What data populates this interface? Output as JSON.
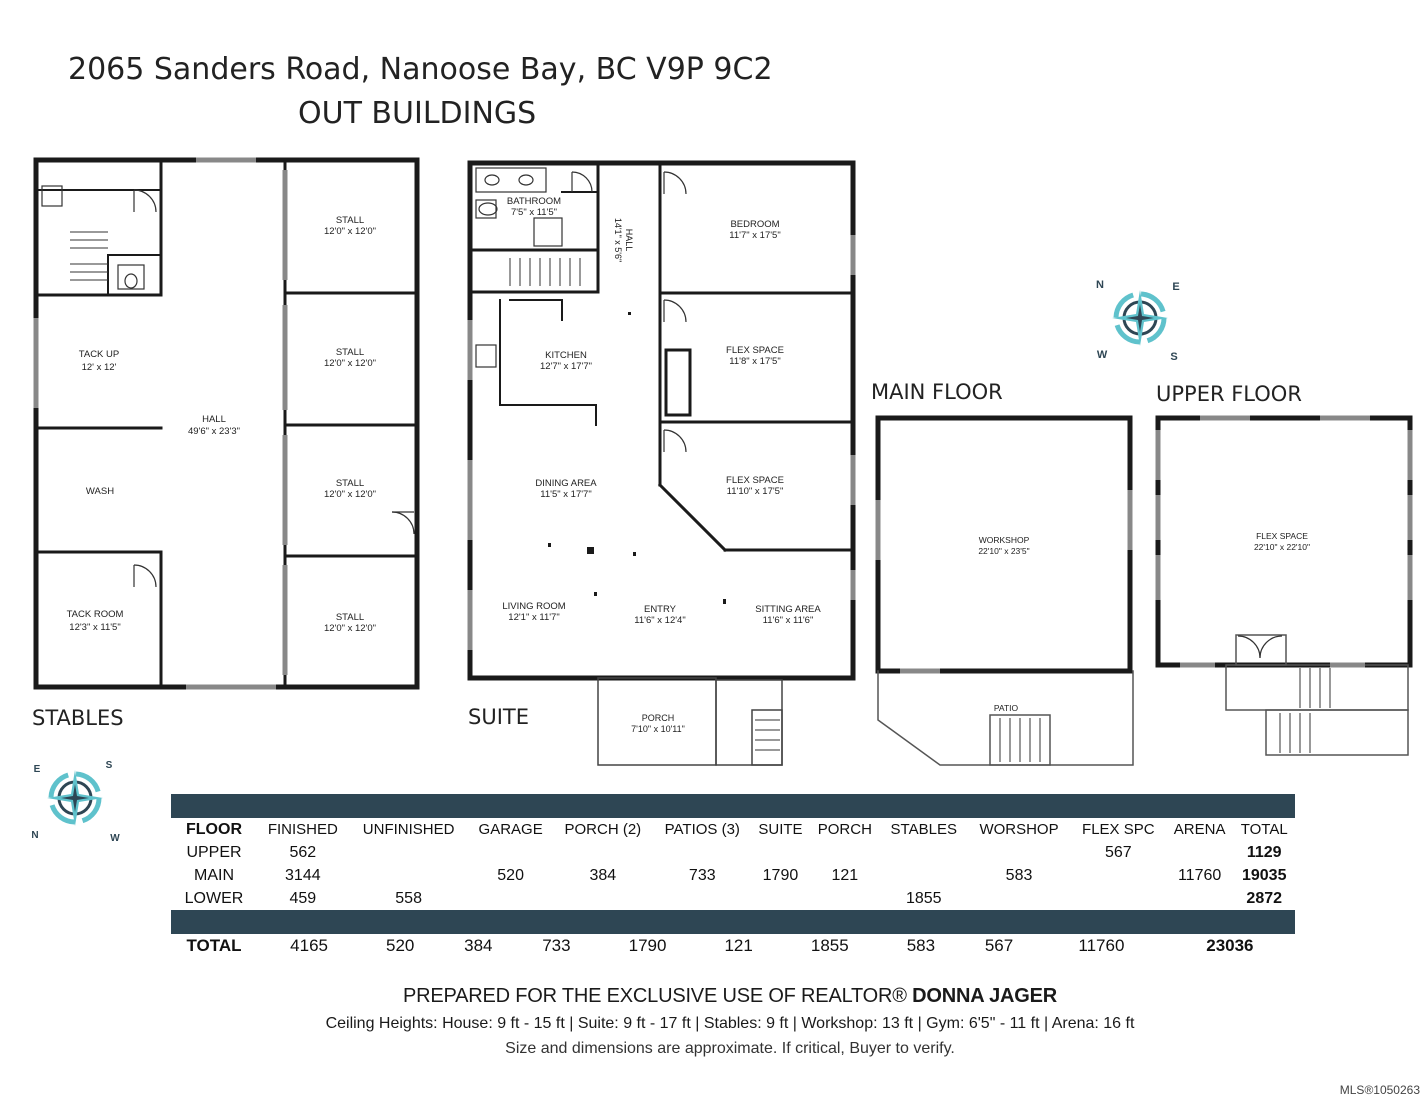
{
  "header": {
    "address": "2065 Sanders Road, Nanoose Bay, BC V9P 9C2",
    "subtitle": "OUT BUILDINGS"
  },
  "sections": {
    "stables": "STABLES",
    "suite": "SUITE",
    "main_floor": "MAIN FLOOR",
    "upper_floor": "UPPER FLOOR"
  },
  "rooms": {
    "stables": {
      "tack_up": {
        "name": "TACK UP",
        "dim": "12' x 12'"
      },
      "wash": {
        "name": "WASH"
      },
      "tack_room": {
        "name": "TACK ROOM",
        "dim": "12'3\" x 11'5\""
      },
      "hall": {
        "name": "HALL",
        "dim": "49'6\" x 23'3\""
      },
      "stall_1": {
        "name": "STALL",
        "dim": "12'0\" x 12'0\""
      },
      "stall_2": {
        "name": "STALL",
        "dim": "12'0\" x 12'0\""
      },
      "stall_3": {
        "name": "STALL",
        "dim": "12'0\" x 12'0\""
      },
      "stall_4": {
        "name": "STALL",
        "dim": "12'0\" x 12'0\""
      }
    },
    "suite": {
      "bathroom": {
        "name": "BATHROOM",
        "dim": "7'5\" x 11'5\""
      },
      "hall": {
        "name": "HALL",
        "dim": "14'1\" x 5'6\""
      },
      "bedroom": {
        "name": "BEDROOM",
        "dim": "11'7\" x 17'5\""
      },
      "kitchen": {
        "name": "KITCHEN",
        "dim": "12'7\" x 17'7\""
      },
      "flex_1": {
        "name": "FLEX SPACE",
        "dim": "11'8\" x 17'5\""
      },
      "dining": {
        "name": "DINING AREA",
        "dim": "11'5\" x 17'7\""
      },
      "flex_2": {
        "name": "FLEX SPACE",
        "dim": "11'10\" x 17'5\""
      },
      "living": {
        "name": "LIVING ROOM",
        "dim": "12'1\" x 11'7\""
      },
      "entry": {
        "name": "ENTRY",
        "dim": "11'6\" x 12'4\""
      },
      "sitting": {
        "name": "SITTING AREA",
        "dim": "11'6\" x 11'6\""
      },
      "porch": {
        "name": "PORCH",
        "dim": "7'10\" x 10'11\""
      }
    },
    "workshop": {
      "workshop": {
        "name": "WORKSHOP",
        "dim": "22'10\" x 23'5\""
      },
      "patio": {
        "name": "PATIO"
      }
    },
    "upper": {
      "flex": {
        "name": "FLEX SPACE",
        "dim": "22'10\" x 22'10\""
      }
    }
  },
  "compass": {
    "top": {
      "n": "N",
      "e": "E",
      "s": "S",
      "w": "W"
    },
    "bottom": {
      "n": "N",
      "e": "E",
      "s": "S",
      "w": "W"
    }
  },
  "areas_table": {
    "headers": [
      "FLOOR",
      "FINISHED",
      "UNFINISHED",
      "GARAGE",
      "PORCH (2)",
      "PATIOS (3)",
      "SUITE",
      "PORCH",
      "STABLES",
      "WORSHOP",
      "FLEX SPC",
      "ARENA",
      "TOTAL"
    ],
    "rows": [
      [
        "UPPER",
        "562",
        "",
        "",
        "",
        "",
        "",
        "",
        "",
        "",
        "567",
        "",
        "1129"
      ],
      [
        "MAIN",
        "3144",
        "",
        "520",
        "384",
        "733",
        "1790",
        "121",
        "",
        "583",
        "",
        "11760",
        "19035"
      ],
      [
        "LOWER",
        "459",
        "558",
        "",
        "",
        "",
        "",
        "",
        "1855",
        "",
        "",
        "",
        "2872"
      ]
    ],
    "total_row": [
      "TOTAL",
      "4165",
      "",
      "520",
      "384",
      "733",
      "1790",
      "121",
      "1855",
      "583",
      "567",
      "11760",
      "23036"
    ]
  },
  "footer": {
    "prepared_prefix": "PREPARED FOR THE EXCLUSIVE USE OF REALTOR®",
    "realtor": "DONNA JAGER",
    "ceiling": "Ceiling Heights: House: 9 ft - 15 ft | Suite: 9 ft - 17 ft | Stables: 9 ft | Workshop: 13 ft | Gym: 6'5\" - 11 ft | Arena: 16 ft",
    "disclaimer": "Size and dimensions are approximate. If critical, Buyer to verify.",
    "mls": "MLS®1050263"
  },
  "colors": {
    "wall": "#1a1a1a",
    "band": "#2e4654",
    "compass_teal": "#5fc2cc",
    "compass_navy": "#2e4654"
  }
}
